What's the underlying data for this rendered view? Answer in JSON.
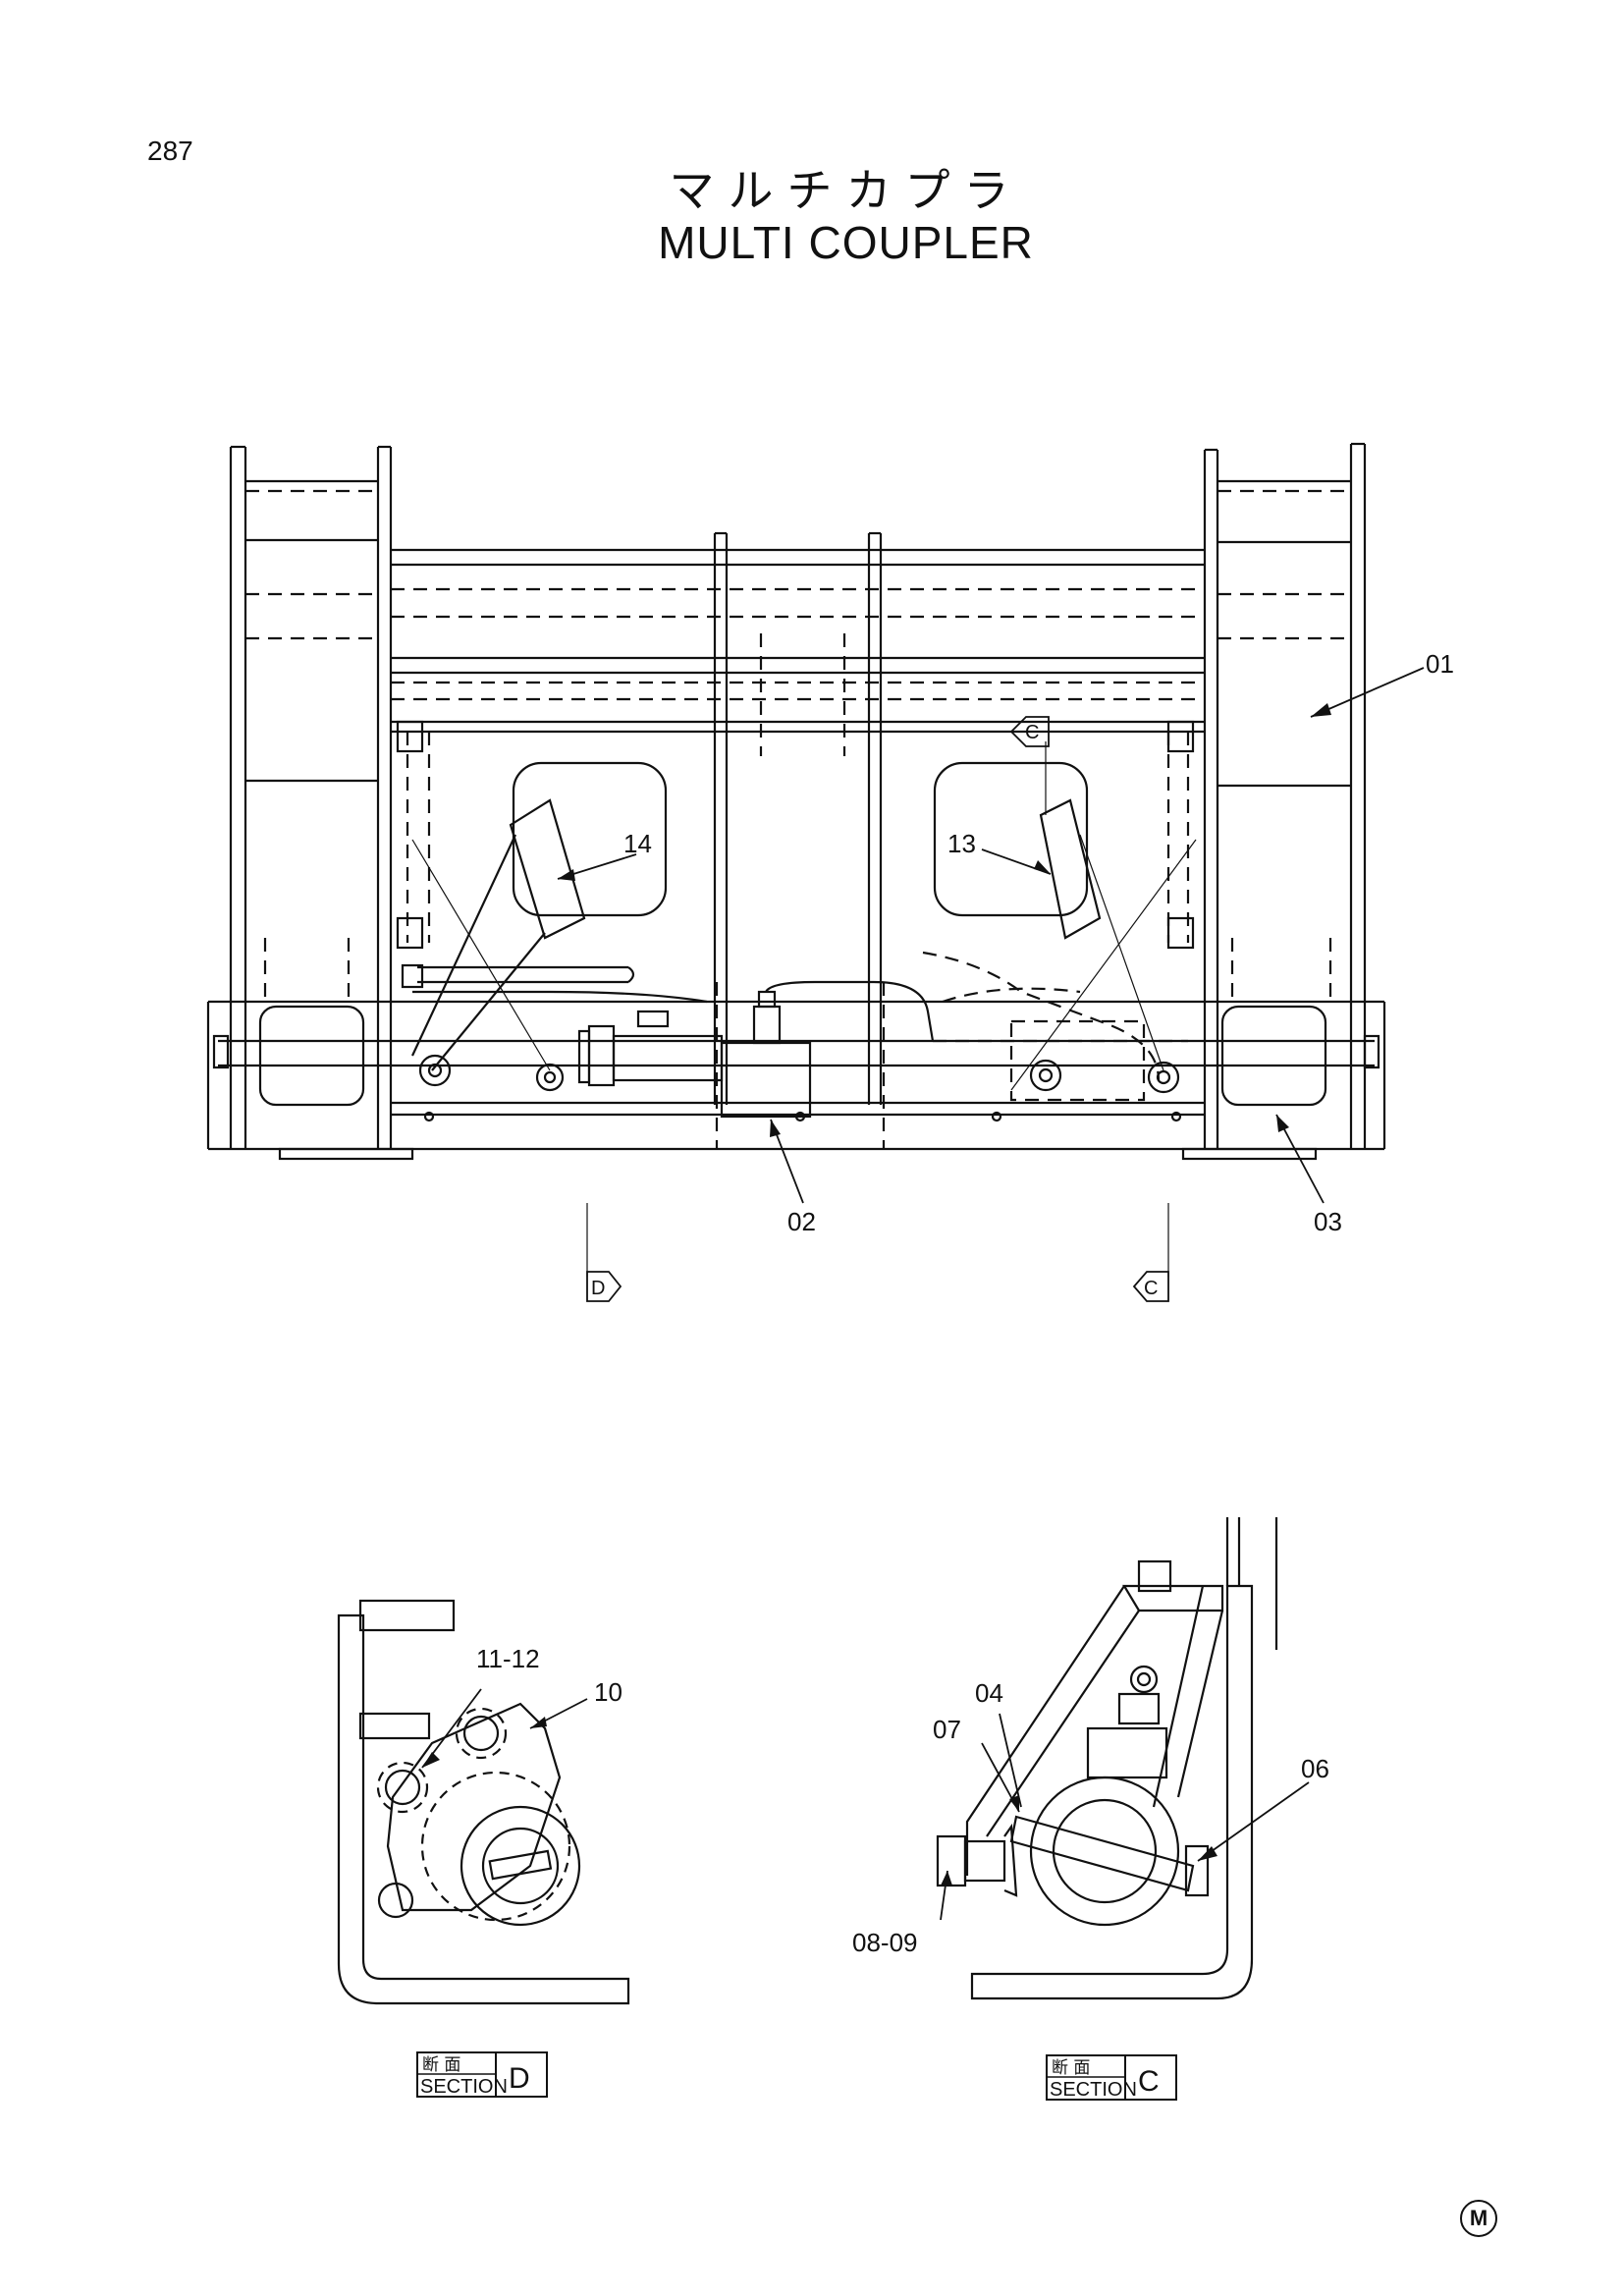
{
  "page_number": "287",
  "title_jp": "マルチカプラ",
  "title_en": "MULTI COUPLER",
  "part_labels": {
    "p01": "01",
    "p02": "02",
    "p03": "03",
    "p04": "04",
    "p06": "06",
    "p07": "07",
    "p0809": "08-09",
    "p10": "10",
    "p1112": "11-12",
    "p13": "13",
    "p14": "14"
  },
  "view_markers": {
    "c_top": "C",
    "c_bottom": "C",
    "d_bottom": "D"
  },
  "sections": {
    "d": {
      "jp": "断 面",
      "en": "SECTION",
      "letter": "D"
    },
    "c": {
      "jp": "断 面",
      "en": "SECTION",
      "letter": "C"
    }
  },
  "corner_mark": "M"
}
